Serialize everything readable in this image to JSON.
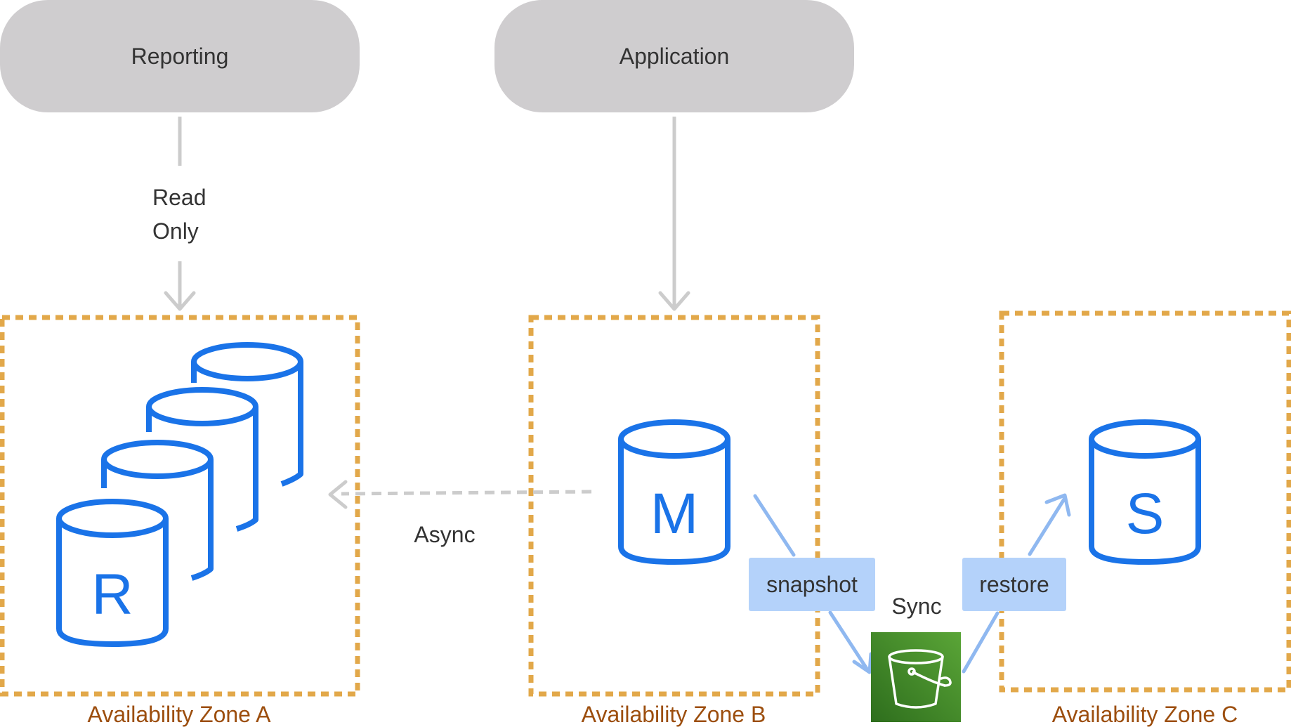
{
  "nodes": {
    "reporting": "Reporting",
    "application": "Application"
  },
  "edges": {
    "read_only_line1": "Read",
    "read_only_line2": "Only",
    "async": "Async",
    "sync": "Sync"
  },
  "tags": {
    "snapshot": "snapshot",
    "restore": "restore"
  },
  "databases": {
    "replica": "R",
    "master": "M",
    "standby": "S"
  },
  "zones": {
    "a": "Availability Zone A",
    "b": "Availability Zone B",
    "c": "Availability Zone C"
  },
  "colors": {
    "node_fill": "#cfcdcf",
    "zone_border": "#e2a84a",
    "zone_label": "#9c4e0e",
    "db_stroke": "#1a73e8",
    "connector_gray": "#cccccc",
    "connector_blue": "#8fb8f0",
    "tag_fill": "#b4d2fa",
    "bucket_green": "#3f8a2a"
  },
  "icons": {
    "bucket": "s3-bucket-icon"
  }
}
